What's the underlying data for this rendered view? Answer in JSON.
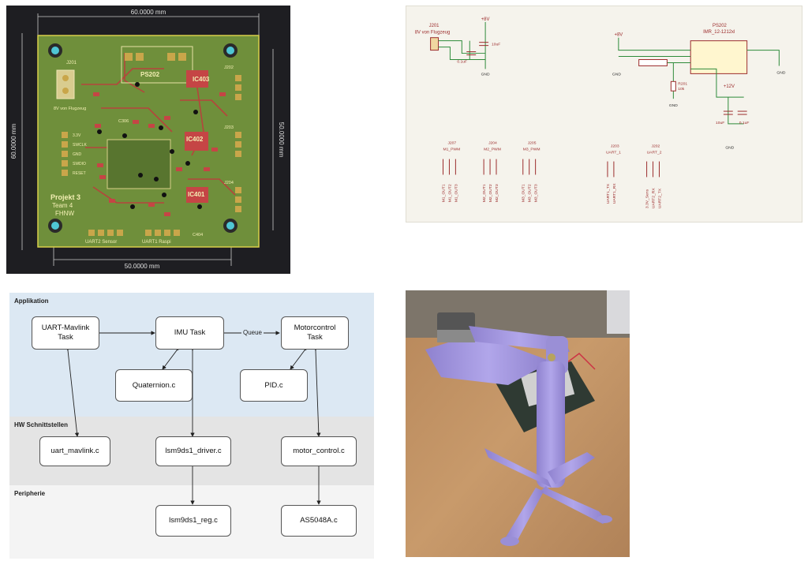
{
  "pcb": {
    "dim_top": "60.0000 mm",
    "dim_left": "60.0000 mm",
    "dim_right": "50.0000 mm",
    "dim_bottom": "50.0000 mm",
    "project_text": [
      "Projekt 3",
      "Team 4",
      "FHNW"
    ],
    "ref_labels": [
      "J201",
      "PS202",
      "IC403",
      "IC402",
      "IC401",
      "C306",
      "C404",
      "J202",
      "J203",
      "J204"
    ],
    "connector_labels": [
      "UART2 Sensor",
      "UART1 Raspi"
    ],
    "pin_labels": [
      "3.3V",
      "SWCLK",
      "GND",
      "SWDIO",
      "RESET"
    ],
    "silk_note": "8V von Flugzeug"
  },
  "schematic": {
    "j201_label": "J201",
    "j201_note": "8V von Flugzeug",
    "ps202_ref": "PS202",
    "ps202_part": "IMR_12-1212xl",
    "power_labels": [
      "+8V",
      "+8V",
      "+12V"
    ],
    "gnd_label": "GND",
    "r201": [
      "R201",
      "10k"
    ],
    "cap_values": [
      "10uF",
      "0.1uF",
      "10uF",
      "0.1uF"
    ],
    "connectors": [
      {
        "ref": "J207",
        "name": "M1_PWM",
        "pins": [
          "M1_OUT1",
          "M1_OUT2",
          "M1_OUT3"
        ]
      },
      {
        "ref": "J204",
        "name": "M2_PWM",
        "pins": [
          "M2_OUT1",
          "M2_OUT2",
          "M2_OUT3"
        ]
      },
      {
        "ref": "J205",
        "name": "M3_PWM",
        "pins": [
          "M3_OUT1",
          "M3_OUT2",
          "M3_OUT3"
        ]
      },
      {
        "ref": "J203",
        "name": "UART_1",
        "pins": [
          "UART1_TX",
          "UART1_RX"
        ]
      },
      {
        "ref": "J202",
        "name": "UART_2",
        "pins": [
          "3.3V_Sens",
          "UART2_RX",
          "UART2_TX"
        ]
      }
    ]
  },
  "architecture": {
    "layers": [
      "Applikation",
      "HW Schnittstellen",
      "Peripherie"
    ],
    "boxes": {
      "uart_task": "UART-Mavlink\nTask",
      "imu_task": "IMU Task",
      "motor_task": "Motorcontrol\nTask",
      "quaternion": "Quaternion.c",
      "pid": "PID.c",
      "uart_mavlink": "uart_mavlink.c",
      "lsm_driver": "lsm9ds1_driver.c",
      "motor_control": "motor_control.c",
      "lsm_reg": "lsm9ds1_reg.c",
      "as5048": "AS5048A.c"
    },
    "queue_label": "Queue"
  },
  "colors": {
    "pcb_board": "#6f8f3b",
    "pcb_trace": "#b5453c",
    "schematic_line": "#2e8b3a",
    "schematic_part": "#9b2b2b",
    "band_app": "#dce8f3",
    "band_hw": "#e4e4e4",
    "band_periph": "#f4f4f4",
    "gimbal": "#a99be0"
  }
}
